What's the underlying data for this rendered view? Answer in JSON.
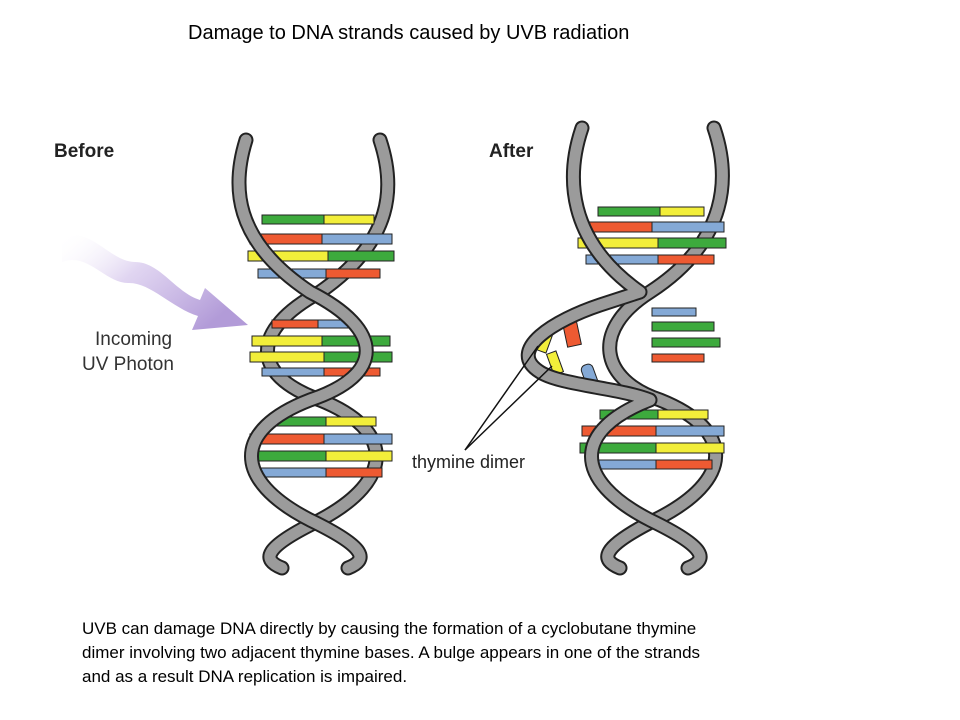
{
  "title": "Damage to DNA strands caused by UVB radiation",
  "labels": {
    "before": "Before",
    "after": "After",
    "incoming_line1": "Incoming",
    "incoming_line2": "UV Photon",
    "thymine_dimer": "thymine dimer"
  },
  "caption_lines": [
    "UVB can damage DNA directly by causing the formation of a cyclobutane thymine",
    "dimer involving two adjacent thymine bases. A bulge appears in one of the strands",
    "and as a result DNA replication is impaired."
  ],
  "colors": {
    "backbone": "#9b9b9b",
    "backbone_edge": "#222222",
    "green": "#3daa3d",
    "yellow": "#f2ee3a",
    "red": "#ee5a32",
    "blue": "#84a9d6",
    "photon": "#b9a2dc"
  }
}
